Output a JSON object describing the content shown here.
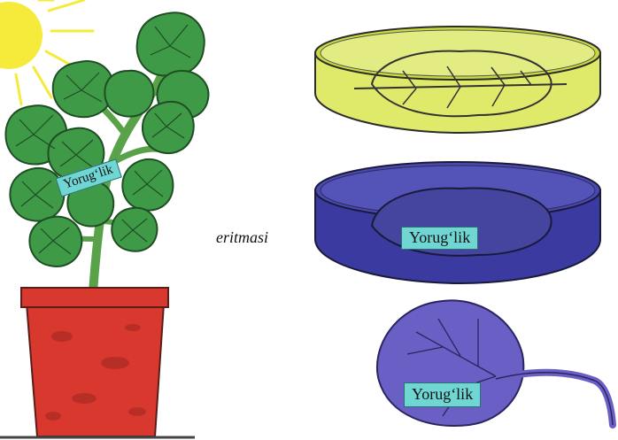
{
  "labels": {
    "plant_light": "Yorug‘lik",
    "dish_light": "Yorug‘lik",
    "leaf_light": "Yorug‘lik"
  },
  "captions": {
    "solution": "eritmasi"
  },
  "colors": {
    "sun": "#f6ea3a",
    "leaf_green": "#3f9a48",
    "stem_green": "#7dbf62",
    "pot_red": "#d8382e",
    "yellow_solution": "#dfe96a",
    "iodine_blue": "#3b3aa0",
    "stained_leaf": "#6a5fc4",
    "label_bg": "#6fd6d4"
  }
}
